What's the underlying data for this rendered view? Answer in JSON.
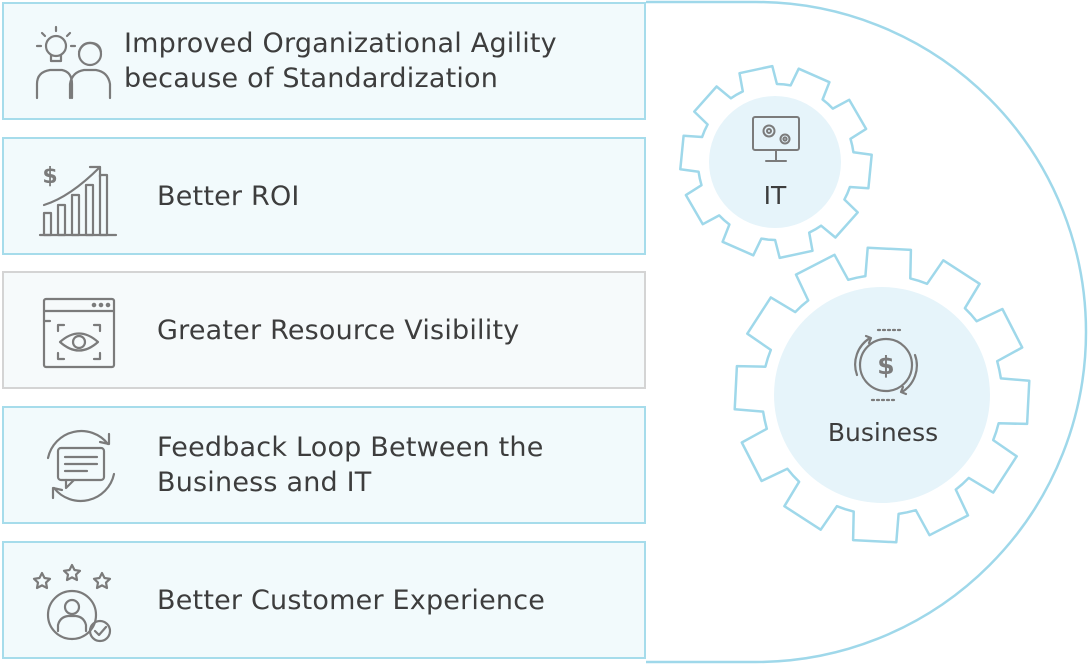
{
  "items": [
    {
      "label_line1": "Improved Organizational Agility",
      "label_line2": "because of Standardization",
      "icon": "idea-team-icon"
    },
    {
      "label_line1": "Better ROI",
      "label_line2": "",
      "icon": "dollar-growth-chart-icon"
    },
    {
      "label_line1": "Greater Resource Visibility",
      "label_line2": "",
      "icon": "browser-eye-icon"
    },
    {
      "label_line1": "Feedback Loop Between the",
      "label_line2": "Business and IT",
      "icon": "feedback-chat-loop-icon"
    },
    {
      "label_line1": "Better Customer Experience",
      "label_line2": "",
      "icon": "rated-customer-icon"
    }
  ],
  "gears": {
    "it": {
      "label": "IT",
      "icon": "monitor-gears-icon"
    },
    "business": {
      "label": "Business",
      "icon": "dollar-cycle-icon"
    }
  },
  "colors": {
    "accent": "#8fd3e6",
    "card_fill": "#f2fafc",
    "gear_fill": "#e6f4fa",
    "text": "#3d3d3d",
    "icon": "#7b7b7b"
  }
}
